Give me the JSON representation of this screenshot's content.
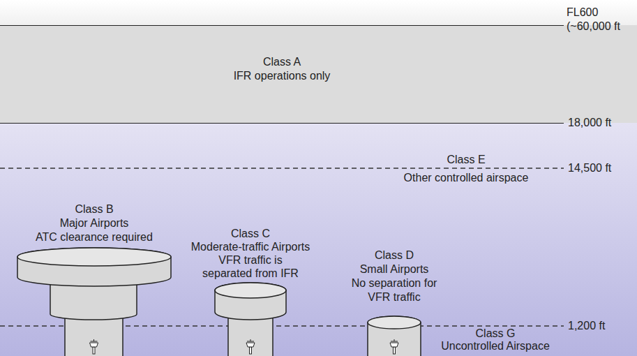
{
  "diagram": {
    "nodes": [
      {
        "text": [
          "Class A",
          "IFR operations only"
        ]
      },
      {
        "text": [
          "Class E",
          "Other controlled airspace"
        ]
      },
      {
        "text": [
          "Class B",
          "Major Airports",
          "ATC clearance required"
        ]
      },
      {
        "text": [
          "Class C",
          "Moderate-traffic Airports",
          "VFR traffic is separated from IFR"
        ]
      },
      {
        "text": [
          "Class D",
          "Small Airports",
          "No separation for VFR traffic"
        ]
      },
      {
        "text": [
          "Class G",
          "Uncontrolled Airspace"
        ]
      }
    ],
    "labels": [
      "FL600",
      "(~60,000 ft",
      "18,000 ft",
      "14,500 ft",
      "1,200 ft"
    ]
  }
}
